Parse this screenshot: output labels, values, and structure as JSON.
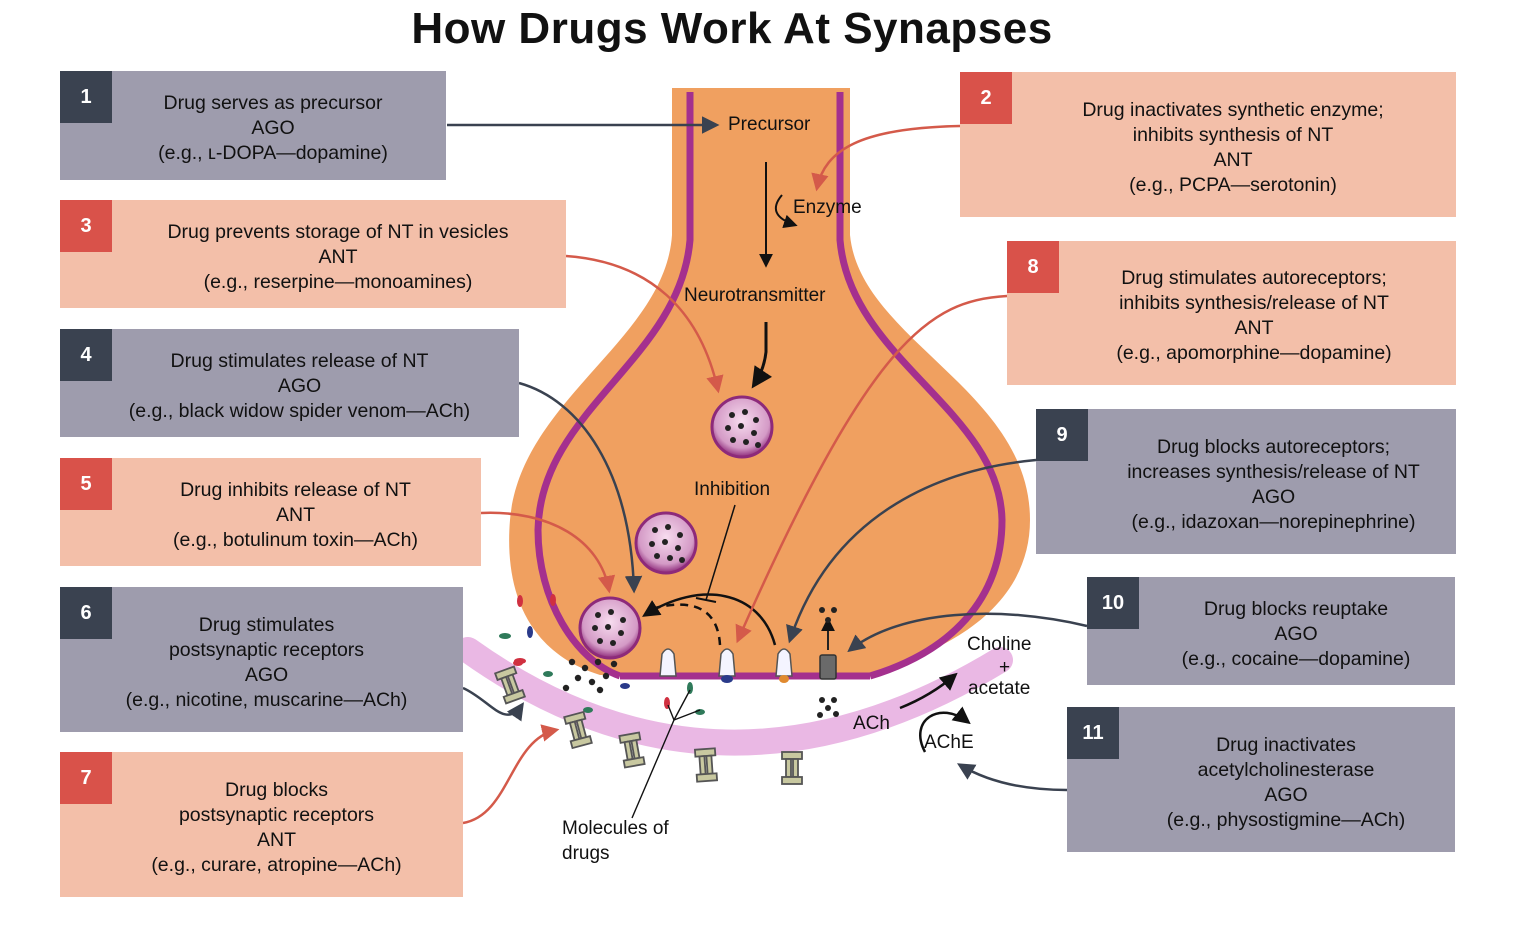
{
  "title": "How Drugs Work At Synapses",
  "colors": {
    "ago_box": "#9e9cad",
    "ant_box": "#f3bfa9",
    "ago_number": "#3a4250",
    "ant_number": "#d9524a",
    "terminal_fill": "#f0a060",
    "membrane": "#a4308e",
    "postsynaptic_membrane": "#eab8e4",
    "arrow_dark": "#3a4250",
    "arrow_red": "#d45a4a"
  },
  "boxes": [
    {
      "number": "1",
      "type": "AGO",
      "lines": [
        "Drug serves as precursor",
        "AGO",
        "(e.g., ʟ-DOPA—dopamine)"
      ]
    },
    {
      "number": "2",
      "type": "ANT",
      "lines": [
        "Drug inactivates synthetic enzyme;",
        "inhibits synthesis of NT",
        "ANT",
        "(e.g., PCPA—serotonin)"
      ]
    },
    {
      "number": "3",
      "type": "ANT",
      "lines": [
        "Drug prevents storage of NT in vesicles",
        "ANT",
        "(e.g., reserpine—monoamines)"
      ]
    },
    {
      "number": "4",
      "type": "AGO",
      "lines": [
        "Drug stimulates release of NT",
        "AGO",
        "(e.g., black widow spider venom—ACh)"
      ]
    },
    {
      "number": "5",
      "type": "ANT",
      "lines": [
        "Drug inhibits release of NT",
        "ANT",
        "(e.g., botulinum toxin—ACh)"
      ]
    },
    {
      "number": "6",
      "type": "AGO",
      "lines": [
        "Drug stimulates",
        "postsynaptic receptors",
        "AGO",
        "(e.g., nicotine, muscarine—ACh)"
      ]
    },
    {
      "number": "7",
      "type": "ANT",
      "lines": [
        "Drug blocks",
        "postsynaptic receptors",
        "ANT",
        "(e.g., curare, atropine—ACh)"
      ]
    },
    {
      "number": "8",
      "type": "ANT",
      "lines": [
        "Drug stimulates autoreceptors;",
        "inhibits synthesis/release of NT",
        "ANT",
        "(e.g., apomorphine—dopamine)"
      ]
    },
    {
      "number": "9",
      "type": "AGO",
      "lines": [
        "Drug blocks autoreceptors;",
        "increases synthesis/release of NT",
        "AGO",
        "(e.g., idazoxan—norepinephrine)"
      ]
    },
    {
      "number": "10",
      "type": "AGO",
      "lines": [
        "Drug blocks reuptake",
        "AGO",
        "(e.g., cocaine—dopamine)"
      ]
    },
    {
      "number": "11",
      "type": "AGO",
      "lines": [
        "Drug inactivates",
        "acetylcholinesterase",
        "AGO",
        "(e.g., physostigmine—ACh)"
      ]
    }
  ],
  "labels": {
    "precursor": "Precursor",
    "enzyme": "Enzyme",
    "neurotransmitter": "Neurotransmitter",
    "inhibition": "Inhibition",
    "choline": "Choline",
    "plus": "+",
    "acetate": "acetate",
    "ach": "ACh",
    "ache": "AChE",
    "molecules_line1": "Molecules of",
    "molecules_line2": "drugs"
  }
}
